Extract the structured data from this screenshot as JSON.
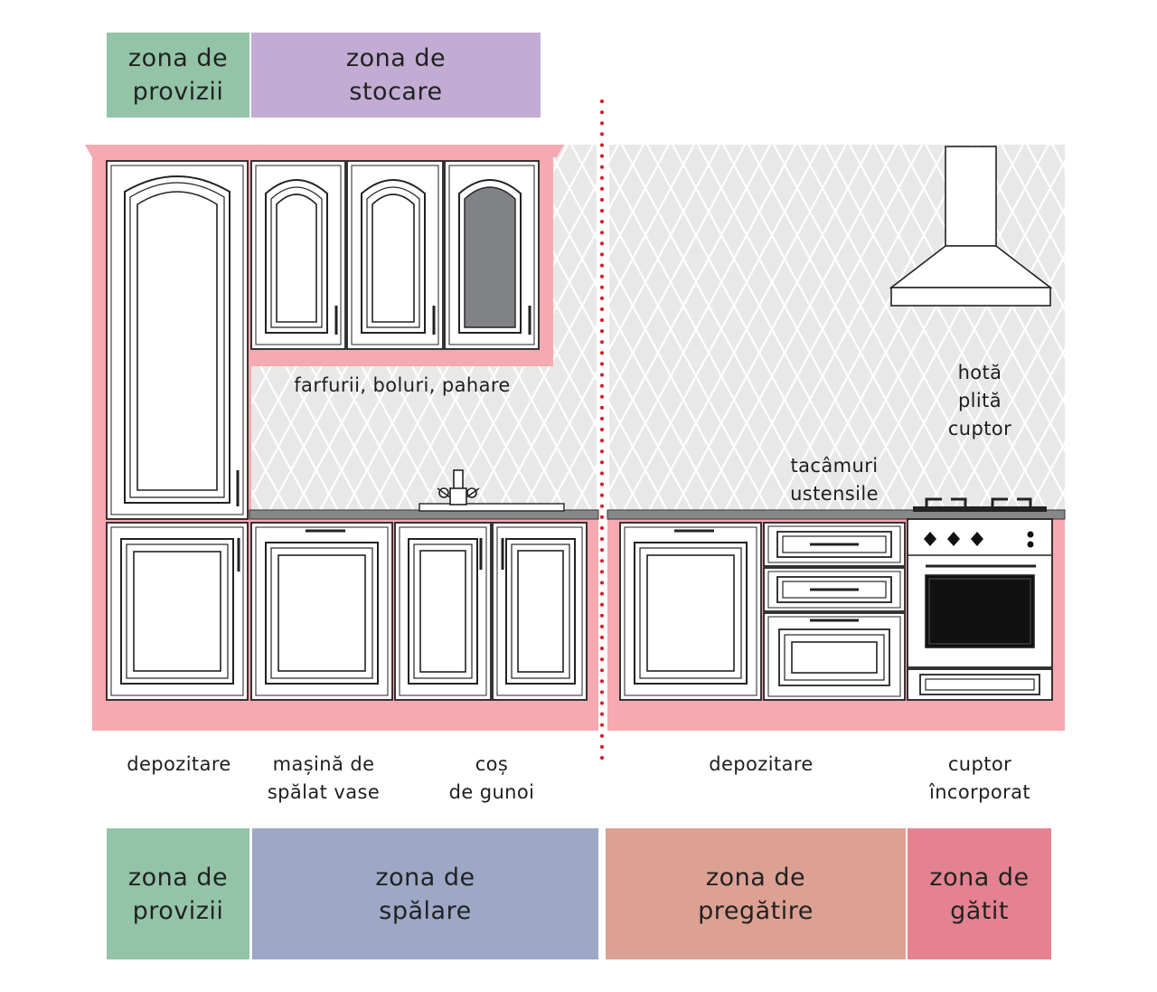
{
  "colors": {
    "provizii": "#93c4a8",
    "stocare": "#c2acd4",
    "spalare": "#9da8c7",
    "pregatire": "#dca193",
    "gatit": "#e58290",
    "cabinet_frame": "#f5a9b0",
    "wall": "#e8e8e8",
    "divider": "#d0202a"
  },
  "top_zones": [
    {
      "label": "zona de\nprovizii",
      "color": "#93c4a8"
    },
    {
      "label": "zona de\nstocare",
      "color": "#c2acd4"
    }
  ],
  "bottom_zones": [
    {
      "label": "zona de\nprovizii",
      "color": "#93c4a8"
    },
    {
      "label": "zona de\nspălare",
      "color": "#9da8c7"
    },
    {
      "label": "zona de\npregătire",
      "color": "#dca193"
    },
    {
      "label": "zona de\ngătit",
      "color": "#e58290"
    }
  ],
  "labels": {
    "upper_cabinets": "farfurii, boluri, pahare",
    "hood_area": "hotă\nplită\ncuptor",
    "drawers": "tacâmuri\nustensile",
    "depozitare_left": "depozitare",
    "dishwasher": "mașină de\nspălat vase",
    "trash": "coș\nde gunoi",
    "depozitare_right": "depozitare",
    "oven": "cuptor\nîncorporat"
  },
  "icons": {
    "faucet": "faucet-icon",
    "hood": "range-hood-icon",
    "stove": "stove-icon",
    "oven": "oven-icon"
  }
}
